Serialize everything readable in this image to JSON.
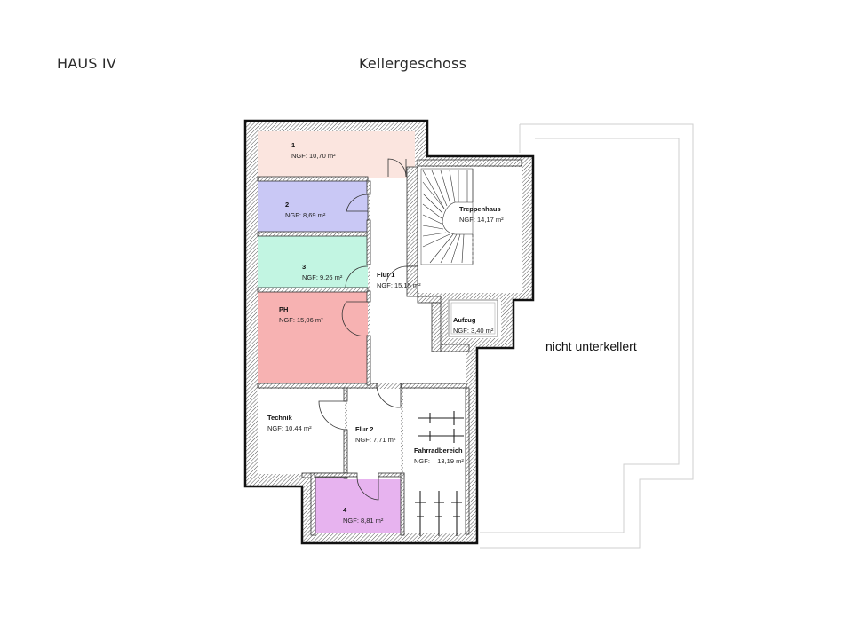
{
  "header": {
    "building": "HAUS IV",
    "floor": "Kellergeschoss"
  },
  "colors": {
    "room_1": "#fbe5df",
    "room_2": "#c9c8f5",
    "room_3": "#c2f5e2",
    "room_ph": "#f7b2b2",
    "room_4": "#e7b3ef",
    "wall": "#1a1a1a",
    "outline_not_basement": "#c8c8c8"
  },
  "rooms": [
    {
      "id": "1",
      "name": "1",
      "area": "NGF: 10,70 m²"
    },
    {
      "id": "2",
      "name": "2",
      "area": "NGF: 8,69 m²"
    },
    {
      "id": "3",
      "name": "3",
      "area": "NGF: 9,26 m²"
    },
    {
      "id": "ph",
      "name": "PH",
      "area": "NGF: 15,06 m²"
    },
    {
      "id": "flur1",
      "name": "Flur 1",
      "area": "NGF: 15,15 m²"
    },
    {
      "id": "treppenhaus",
      "name": "Treppenhaus",
      "area": "NGF: 14,17 m²"
    },
    {
      "id": "aufzug",
      "name": "Aufzug",
      "area": "NGF: 3,40 m²"
    },
    {
      "id": "technik",
      "name": "Technik",
      "area": "NGF: 10,44 m²"
    },
    {
      "id": "flur2",
      "name": "Flur 2",
      "area": "NGF: 7,71 m²"
    },
    {
      "id": "fahrradbereich",
      "name": "Fahrradbereich",
      "area": "NGF:    13,19 m²"
    },
    {
      "id": "4",
      "name": "4",
      "area": "NGF: 8,81 m²"
    }
  ],
  "unexcavated_label": "nicht unterkellert"
}
